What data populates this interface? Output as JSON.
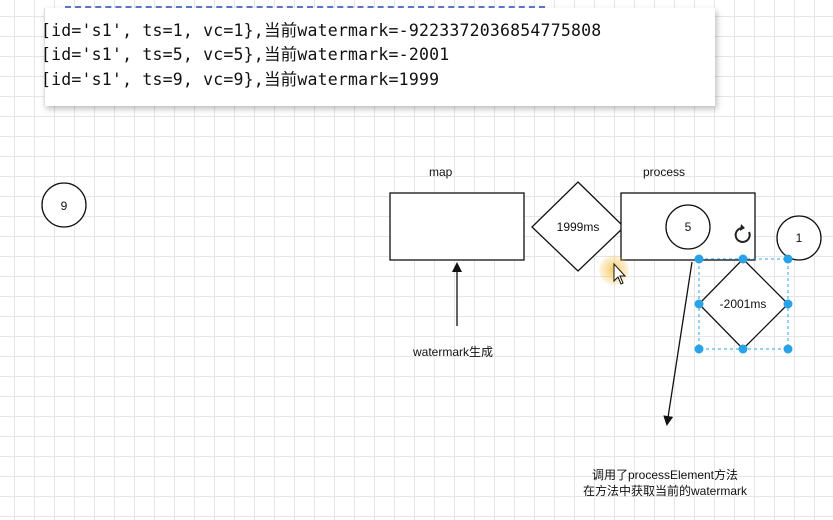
{
  "console": {
    "lines": [
      "[id='s1', ts=1, vc=1},当前watermark=-9223372036854775808",
      "[id='s1', ts=5, vc=5},当前watermark=-2001",
      "[id='s1', ts=9, vc=9},当前watermark=1999"
    ]
  },
  "diagram": {
    "map_label": "map",
    "process_label": "process",
    "circle_left": "9",
    "circle_inner": "5",
    "circle_right": "1",
    "diamond_center": "1999ms",
    "diamond_selected": "-2001ms",
    "watermark_gen_label": "watermark生成",
    "note_line1": "调用了processElement方法",
    "note_line2": "在方法中获取当前的watermark"
  },
  "colors": {
    "stroke": "#111111",
    "selection": "#29a3e6",
    "cursor_highlight": "#f5c24d"
  },
  "icons": [
    "refresh-icon",
    "mouse-cursor-icon"
  ]
}
